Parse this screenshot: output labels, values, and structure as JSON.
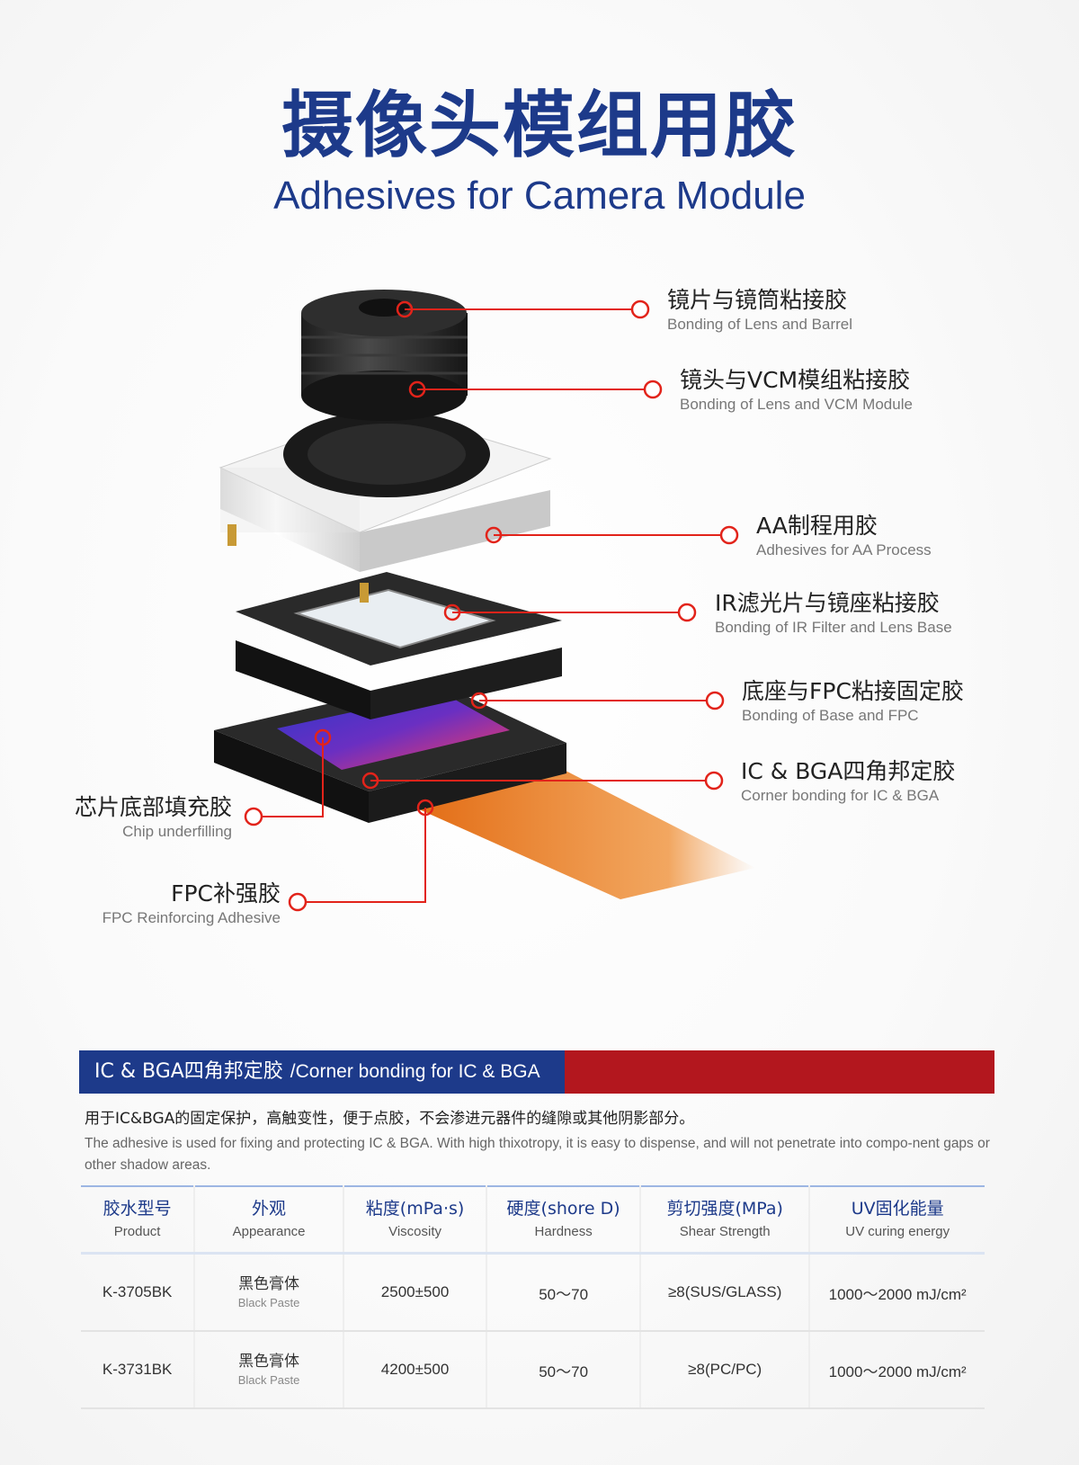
{
  "header": {
    "title_cn": "摄像头模组用胶",
    "title_en": "Adhesives for Camera Module"
  },
  "callouts": {
    "lens_barrel": {
      "cn": "镜片与镜筒粘接胶",
      "en": "Bonding of Lens and Barrel"
    },
    "lens_vcm": {
      "cn": "镜头与VCM模组粘接胶",
      "en": "Bonding of Lens and VCM Module"
    },
    "aa_process": {
      "cn": "AA制程用胶",
      "en": "Adhesives for AA Process"
    },
    "ir_filter": {
      "cn": "IR滤光片与镜座粘接胶",
      "en": "Bonding of IR Filter and Lens Base"
    },
    "base_fpc": {
      "cn": "底座与FPC粘接固定胶",
      "en": "Bonding of Base and FPC"
    },
    "ic_bga": {
      "cn": "IC & BGA四角邦定胶",
      "en": "Corner bonding for IC & BGA"
    },
    "chip_underfill": {
      "cn": "芯片底部填充胶",
      "en": "Chip underfilling"
    },
    "fpc_reinforce": {
      "cn": "FPC补强胶",
      "en": "FPC Reinforcing Adhesive"
    }
  },
  "section": {
    "title_cn": "IC & BGA四角邦定胶",
    "title_en": "/Corner bonding for IC & BGA",
    "desc_cn": "用于IC&BGA的固定保护，高触变性，便于点胶，不会渗进元器件的缝隙或其他阴影部分。",
    "desc_en": "The adhesive is used for fixing and protecting IC & BGA. With high thixotropy, it is easy to dispense, and will not penetrate into compo-nent gaps or other shadow areas."
  },
  "table": {
    "headers": [
      {
        "cn": "胶水型号",
        "en": "Product"
      },
      {
        "cn": "外观",
        "en": "Appearance"
      },
      {
        "cn": "粘度(mPa·s)",
        "en": "Viscosity"
      },
      {
        "cn": "硬度(shore D)",
        "en": "Hardness"
      },
      {
        "cn": "剪切强度(MPa)",
        "en": "Shear Strength"
      },
      {
        "cn": "UV固化能量",
        "en": "UV curing energy"
      }
    ],
    "rows": [
      {
        "product": "K-3705BK",
        "appearance_cn": "黑色膏体",
        "appearance_en": "Black Paste",
        "viscosity": "2500±500",
        "hardness": "50～70",
        "shear": "≥8(SUS/GLASS)",
        "uv": "1000～2000 mJ/cm²"
      },
      {
        "product": "K-3731BK",
        "appearance_cn": "黑色膏体",
        "appearance_en": "Black Paste",
        "viscosity": "4200±500",
        "hardness": "50～70",
        "shear": "≥8(PC/PC)",
        "uv": "1000～2000 mJ/cm²"
      }
    ]
  },
  "colors": {
    "brand_blue": "#1d3a8a",
    "accent_red": "#b3171e",
    "callout_red": "#e2231a"
  }
}
